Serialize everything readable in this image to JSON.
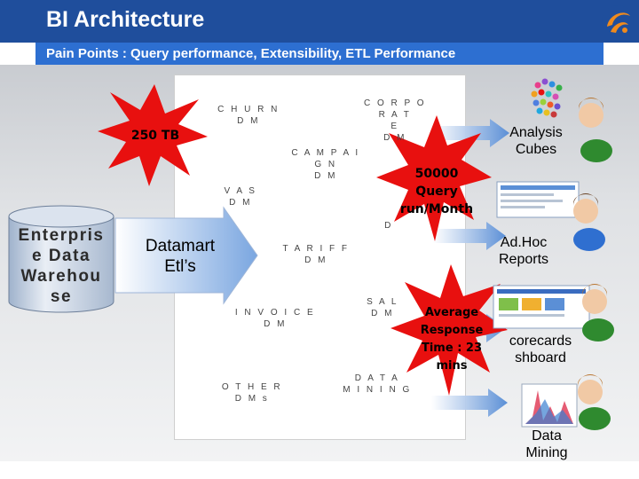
{
  "header": {
    "title": "BI Architecture",
    "subtitle": "Pain Points : Query performance, Extensibility, ETL Performance",
    "logo_icon": "swirl-logo-icon"
  },
  "source": {
    "edw": "Enterpris e Data Warehou se",
    "etl": "Datamart Etl’s"
  },
  "datamarts": {
    "churn": "C H U R N\nD M",
    "corporate": "C O R P O R A T\nE\nD M",
    "campaign": "C A M P A I\nG N\nD M",
    "vas": "V A S\nD M",
    "hidden_dm": "D",
    "tariff": "T A R I F F\nD M",
    "sales": "S A L\nD M",
    "invoice": "I N V O I C E\nD M",
    "other": "O T H E R\nD M s",
    "datamining": "D A T A\nM I N I N G"
  },
  "callouts": {
    "size": "250 TB",
    "queries": "50000 Query run/Month",
    "response": "Average Response Time : 23 mins"
  },
  "outputs": {
    "cubes": "Analysis\nCubes",
    "adhoc": "Ad.Hoc\nReports",
    "scorecards": "corecards\nshboard",
    "mining": "Data\nMining"
  },
  "colors": {
    "header_bg": "#1f4e9c",
    "subbar_bg": "#2d6fd1",
    "burst_red": "#e8100f",
    "arrow_blue": "#5b8fd6",
    "logo_orange": "#f08a1c"
  }
}
